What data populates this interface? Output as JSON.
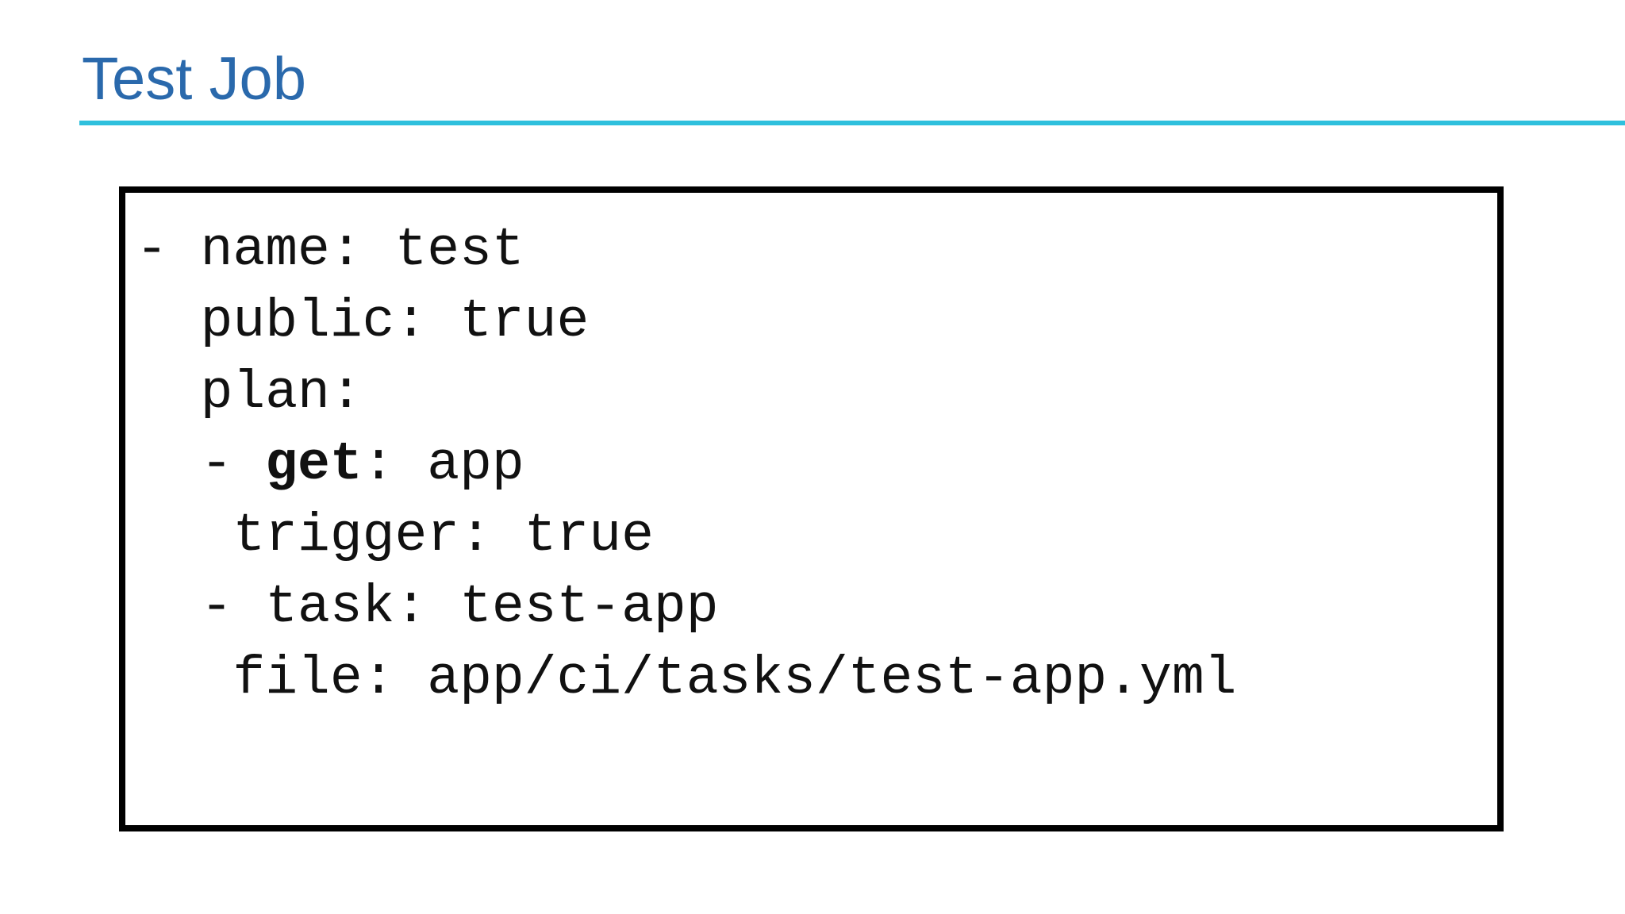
{
  "slide": {
    "title": "Test Job"
  },
  "colors": {
    "title": "#2a69ac",
    "rule": "#2fc0dd",
    "code_border": "#000000",
    "code_text": "#111111"
  },
  "code_block": {
    "language": "yaml",
    "lines": [
      [
        {
          "t": "- name: test"
        }
      ],
      [
        {
          "t": "  public: true"
        }
      ],
      [
        {
          "t": "  plan:"
        }
      ],
      [
        {
          "t": "  - "
        },
        {
          "t": "get",
          "b": true
        },
        {
          "t": ": app"
        }
      ],
      [
        {
          "t": "   trigger: true"
        }
      ],
      [
        {
          "t": "  - task: test-app"
        }
      ],
      [
        {
          "t": "   file: app/ci/tasks/test-app.yml"
        }
      ]
    ]
  }
}
